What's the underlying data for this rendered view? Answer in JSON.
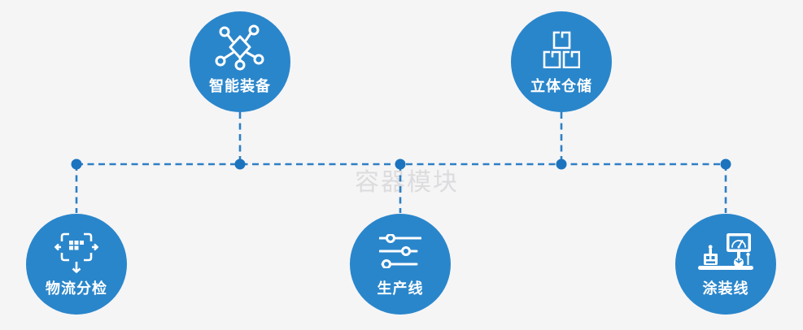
{
  "diagram": {
    "watermark": "容器模块",
    "background": "#f5f5f6",
    "colors": {
      "node_fill": "#2a86cb",
      "connector": "#2e7fc4",
      "junction_dot": "#1d74be",
      "node_text": "#ffffff",
      "watermark_text": "#c9c9cd"
    },
    "nodes": [
      {
        "label": "智能装备",
        "icon": "network-nodes-icon",
        "position": "top-left"
      },
      {
        "label": "立体仓储",
        "icon": "stacked-boxes-icon",
        "position": "top-right"
      },
      {
        "label": "物流分检",
        "icon": "sort-dispatch-icon",
        "position": "bottom-left"
      },
      {
        "label": "生产线",
        "icon": "sliders-icon",
        "position": "bottom-center"
      },
      {
        "label": "涂装线",
        "icon": "paint-station-icon",
        "position": "bottom-right"
      }
    ]
  }
}
